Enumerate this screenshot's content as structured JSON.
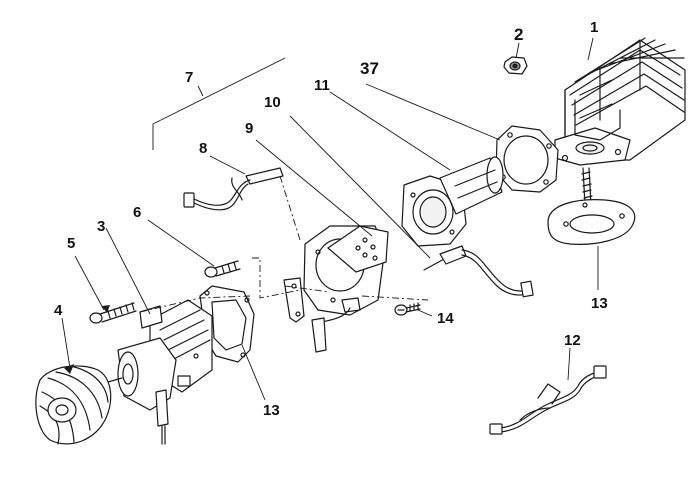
{
  "diagram": {
    "callouts": [
      {
        "id": "c1",
        "text": "1"
      },
      {
        "id": "c2",
        "text": "2"
      },
      {
        "id": "c3",
        "text": "3"
      },
      {
        "id": "c4",
        "text": "4"
      },
      {
        "id": "c5",
        "text": "5"
      },
      {
        "id": "c6",
        "text": "6"
      },
      {
        "id": "c7",
        "text": "7"
      },
      {
        "id": "c8",
        "text": "8"
      },
      {
        "id": "c9",
        "text": "9"
      },
      {
        "id": "c10",
        "text": "10"
      },
      {
        "id": "c11",
        "text": "11"
      },
      {
        "id": "c12",
        "text": "12"
      },
      {
        "id": "c13a",
        "text": "13"
      },
      {
        "id": "c13b",
        "text": "13"
      },
      {
        "id": "c14",
        "text": "14"
      },
      {
        "id": "c37",
        "text": "37"
      }
    ]
  }
}
